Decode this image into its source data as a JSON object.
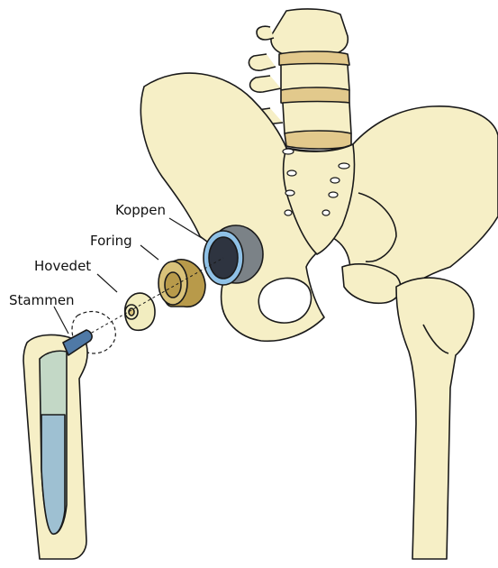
{
  "labels": {
    "cup": "Koppen",
    "liner": "Foring",
    "head": "Hovedet",
    "stem": "Stammen"
  },
  "colors": {
    "bone": "#f6efc6",
    "outline": "#1a1a1a",
    "disc": "#e2c98c",
    "cup_ring": "#8fc1e6",
    "cup_inner": "#2e3440",
    "cup_shell": "#7b8287",
    "liner": "#d9c27a",
    "liner_dark": "#b89a4a",
    "head": "#f2edc0",
    "stem_blue": "#9ec0d2",
    "stem_green": "#c3d8c6",
    "neck_blue": "#4f79a6"
  }
}
